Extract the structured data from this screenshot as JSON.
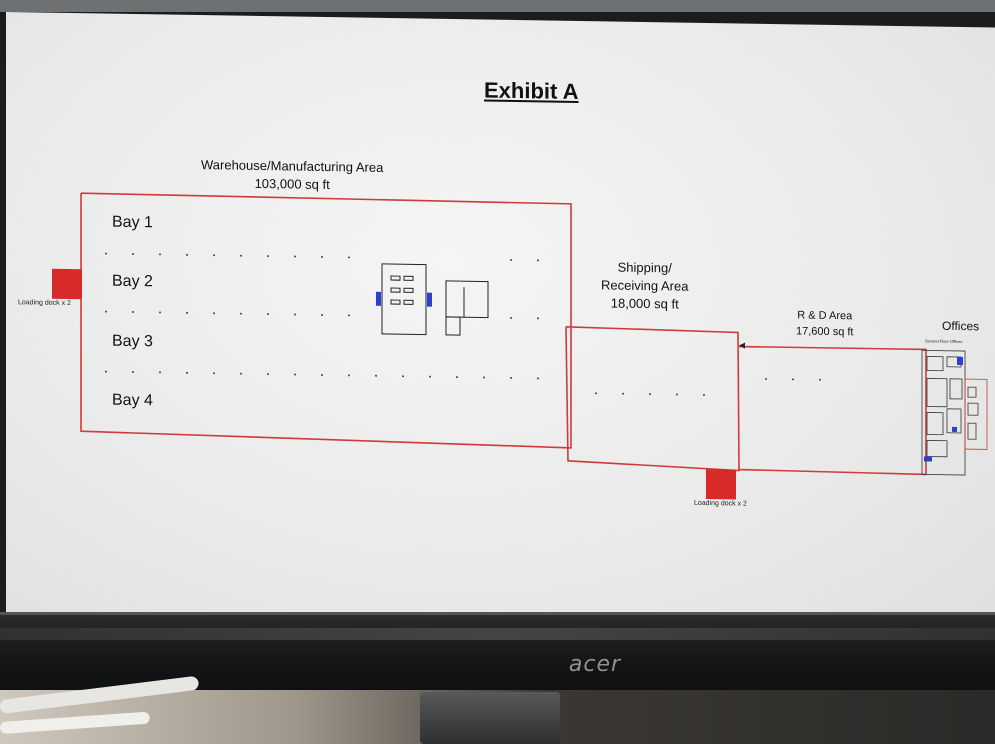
{
  "title": "Exhibit A",
  "warehouse": {
    "name": "Warehouse/Manufacturing Area",
    "size": "103,000 sq ft"
  },
  "bays": [
    "Bay 1",
    "Bay 2",
    "Bay 3",
    "Bay 4"
  ],
  "shipping": {
    "line1": "Shipping/",
    "line2": "Receiving Area",
    "size": "18,000 sq ft"
  },
  "rd": {
    "name": "R & D Area",
    "size": "17,600 sq ft"
  },
  "offices": {
    "label": "Offices",
    "second_floor": "Second Floor Offices"
  },
  "loading_docks": [
    "Loading dock x 2",
    "Loading dock x 2"
  ],
  "brand": "acer",
  "colors": {
    "wall": "#d23a3a",
    "dock": "#d92a2a",
    "office_accent": "#2b3fd0"
  }
}
